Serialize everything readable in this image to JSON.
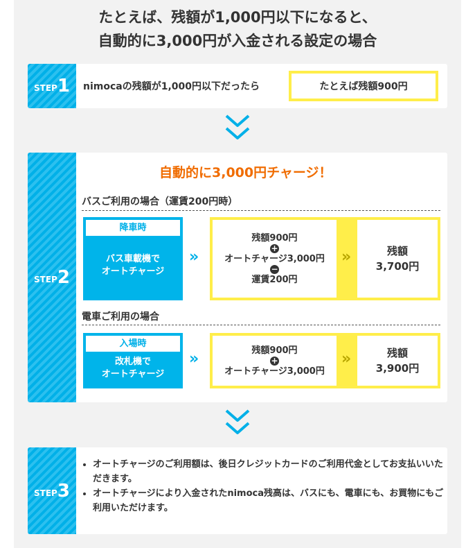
{
  "title": [
    "たとえば、残額が1,000円以下になると、",
    "自動的に3,000円が入金される設定の場合"
  ],
  "step1": {
    "label": "STEP",
    "num": "1",
    "text": "nimocaの残額が1,000円以下だったら",
    "example": "たとえば残額900円"
  },
  "step2": {
    "label": "STEP",
    "num": "2",
    "headline": "自動的に3,000円チャージ！",
    "bus": {
      "heading": "バスご利用の場合（運賃200円時）",
      "tag": "降車時",
      "desc1": "バス車載機で",
      "desc2": "オートチャージ",
      "l1": "残額900円",
      "plus": "+",
      "l2": "オートチャージ3,000円",
      "minus": "−",
      "l3": "運賃200円",
      "r1": "残額",
      "r2": "3,700円"
    },
    "train": {
      "heading": "電車ご利用の場合",
      "tag": "入場時",
      "desc1": "改札機で",
      "desc2": "オートチャージ",
      "l1": "残額900円",
      "plus": "+",
      "l2": "オートチャージ3,000円",
      "r1": "残額",
      "r2": "3,900円"
    }
  },
  "step3": {
    "label": "STEP",
    "num": "3",
    "notes": [
      "オートチャージのご利用額は、後日クレジットカードのご利用代金としてお支払いいただきます。",
      "オートチャージにより入金されたnimoca残高は、バスにも、電車にも、お買物にもご利用いただけます。"
    ]
  },
  "colors": {
    "blue": "#00b4ea",
    "yellow": "#ffee4a",
    "orange": "#f06c00"
  }
}
